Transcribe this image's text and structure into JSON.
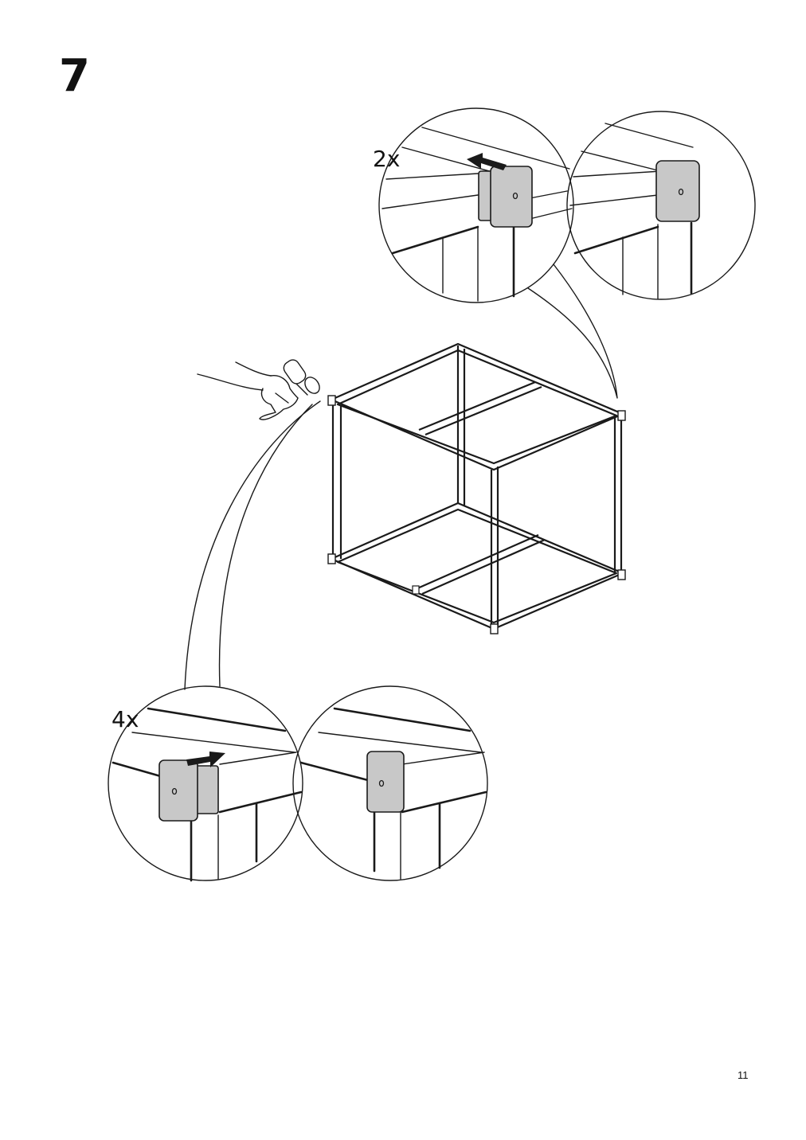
{
  "step": {
    "number": "7"
  },
  "callouts": {
    "top_quantity": "2x",
    "bottom_quantity": "4x"
  },
  "footer": {
    "page_number": "11"
  },
  "icons": {
    "hand": "hand-with-mallet-icon",
    "cap": "frame-end-cap-icon",
    "arrow": "push-arrow-icon"
  },
  "colors": {
    "cap_fill": "#c8c8c8",
    "line": "#1a1a1a"
  }
}
